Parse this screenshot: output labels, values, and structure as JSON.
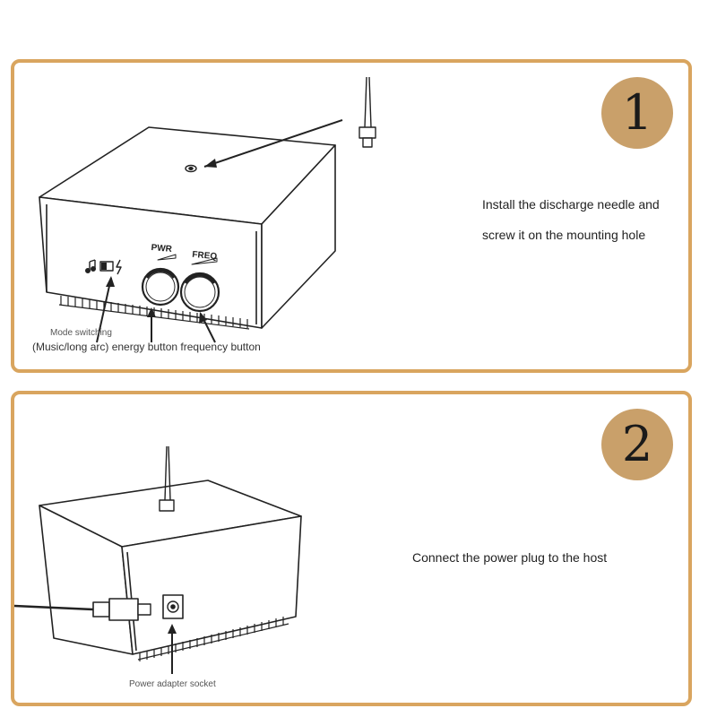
{
  "step1": {
    "number": "1",
    "instruction_line1": "Install the discharge needle and",
    "instruction_line2": "screw it on the mounting hole",
    "knob_labels": {
      "power": "PWR",
      "frequency": "FREQ"
    },
    "caption_mode": "Mode switching",
    "caption_buttons": "(Music/long arc) energy button frequency button"
  },
  "step2": {
    "number": "2",
    "instruction": "Connect the power plug to the host",
    "caption_socket": "Power adapter socket"
  },
  "colors": {
    "panel_border": "#d9a55f",
    "badge_fill": "#c9a06a",
    "line_art": "#222222"
  }
}
